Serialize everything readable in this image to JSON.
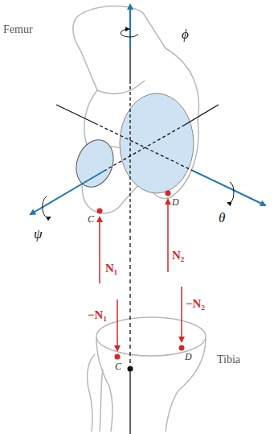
{
  "diagram": {
    "labels": [
      "Femur",
      "ϕ",
      "θ",
      "ψ",
      "C",
      "D",
      "N₁",
      "N₂",
      "−N₁",
      "−N₂",
      "C",
      "D",
      "Tibia"
    ]
  }
}
